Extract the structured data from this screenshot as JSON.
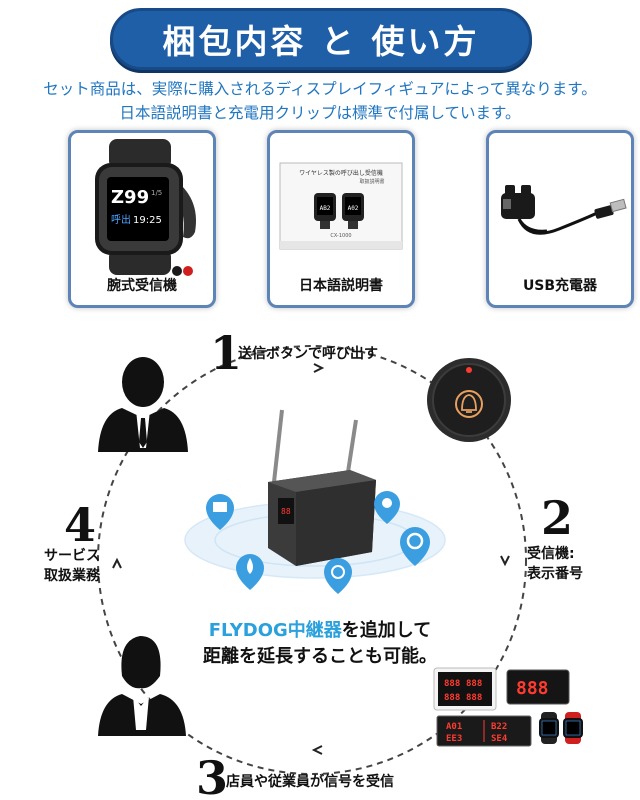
{
  "title": "梱包内容 と 使い方",
  "intro": {
    "line1": "セット商品は、実際に購入されるディスプレイフィギュアによって異なります。",
    "line2": "日本語説明書と充電用クリップは標準で付属しています。"
  },
  "contents": [
    {
      "label": "腕式受信機"
    },
    {
      "label": "日本語説明書"
    },
    {
      "label": "USB充電器"
    }
  ],
  "watch_screen": {
    "number": "Z99",
    "tag": "1/5",
    "status": "呼出",
    "time": "19:25"
  },
  "manual_header": "ワイヤレス製の呼び出し受信機",
  "manual_sub": "取扱説明書",
  "manual_screens": [
    "AB2",
    "A02"
  ],
  "manual_model": "CX-1000",
  "steps": [
    {
      "num": "1",
      "text": "送信ボタンで呼び出す"
    },
    {
      "num": "2",
      "line1": "受信機:",
      "line2": "表示番号"
    },
    {
      "num": "3",
      "text": "店員や従業員が信号を受信"
    },
    {
      "num": "4",
      "line1": "サービス",
      "line2": "取扱業務"
    }
  ],
  "relay": {
    "brand": "FLYDOG中継器",
    "line1_rest": "を追加して",
    "line2": "距離を延長することも可能。"
  },
  "displays": {
    "panel_grid": [
      "888",
      "888",
      "888",
      "888"
    ],
    "single": "888",
    "led_left": [
      "A01",
      "EE3"
    ],
    "led_right": [
      "B22",
      "SE4"
    ]
  },
  "colors": {
    "banner": "#1f5fa8",
    "intro": "#2176c0",
    "brand": "#2aa0dc",
    "led_red": "#ff3b30",
    "accent_orange": "#e8a060"
  }
}
